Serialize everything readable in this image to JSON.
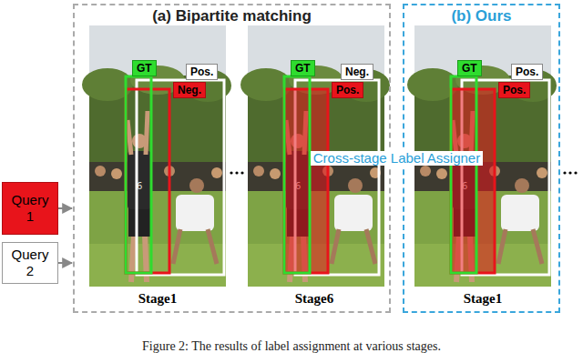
{
  "diagram": {
    "caption": "Figure 2: The results of label assignment at various stages.",
    "nodes": [
      {
        "text": [
          "Query 1"
        ]
      },
      {
        "text": [
          "Query 2"
        ]
      },
      {
        "text": [
          "(a) Bipartite matching"
        ]
      },
      {
        "text": [
          "GT"
        ],
        "in": 2
      },
      {
        "text": [
          "Pos."
        ],
        "in": 2
      },
      {
        "text": [
          "Neg."
        ],
        "in": 2
      },
      {
        "text": [
          "GT"
        ],
        "in": 2
      },
      {
        "text": [
          "Neg."
        ],
        "in": 2
      },
      {
        "text": [
          "Pos."
        ],
        "in": 2
      },
      {
        "text": [
          "(b) Ours"
        ]
      },
      {
        "text": [
          "GT"
        ],
        "in": 9
      },
      {
        "text": [
          "Pos."
        ],
        "in": 9
      },
      {
        "text": [
          "Pos."
        ],
        "in": 9
      }
    ],
    "edges": [
      {
        "from": 0,
        "to": 2,
        "arrow": "to"
      },
      {
        "from": 1,
        "to": 2,
        "arrow": "to"
      },
      {
        "from": 2,
        "to": 9,
        "label": "Cross-stage Label Assigner",
        "arrow": "to"
      }
    ],
    "labels": [
      "Stage1",
      "Stage6",
      "Stage1"
    ]
  }
}
